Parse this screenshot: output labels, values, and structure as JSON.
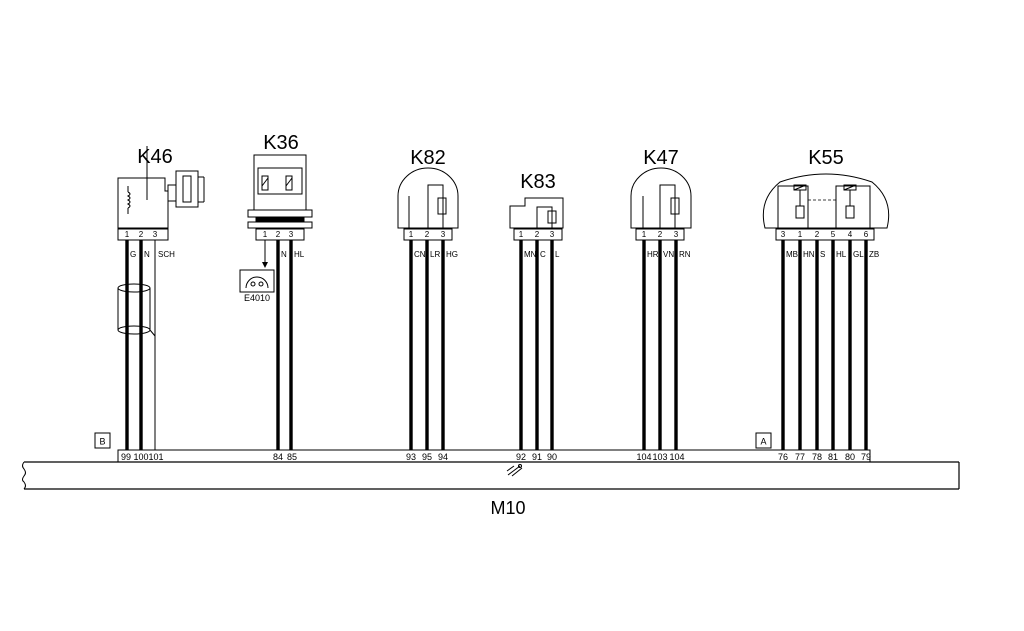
{
  "harness": {
    "label": "M10"
  },
  "markers": [
    {
      "id": "B"
    },
    {
      "id": "A"
    }
  ],
  "connectors": [
    {
      "name": "K46",
      "pins": [
        "1",
        "2",
        "3"
      ],
      "wire_colors": [
        "G",
        "N",
        "SCH"
      ],
      "terminals": [
        "99",
        "100",
        "101"
      ]
    },
    {
      "name": "K36",
      "pins": [
        "1",
        "2",
        "3"
      ],
      "wire_colors": [
        "",
        "N",
        "HL"
      ],
      "terminals": [
        "",
        "84",
        "85"
      ]
    },
    {
      "name": "K82",
      "pins": [
        "1",
        "2",
        "3"
      ],
      "wire_colors": [
        "CN",
        "LR",
        "HG"
      ],
      "terminals": [
        "93",
        "95",
        "94"
      ]
    },
    {
      "name": "K83",
      "pins": [
        "1",
        "2",
        "3"
      ],
      "wire_colors": [
        "MN",
        "C",
        "L"
      ],
      "terminals": [
        "92",
        "91",
        "90"
      ]
    },
    {
      "name": "K47",
      "pins": [
        "1",
        "2",
        "3"
      ],
      "wire_colors": [
        "HR",
        "VN",
        "RN"
      ],
      "terminals": [
        "104",
        "103",
        "104"
      ]
    },
    {
      "name": "K55",
      "pins": [
        "3",
        "1",
        "2",
        "5",
        "4",
        "6"
      ],
      "wire_colors": [
        "MB",
        "HN",
        "S",
        "HL",
        "GL",
        "ZB"
      ],
      "terminals": [
        "76",
        "77",
        "78",
        "81",
        "80",
        "79"
      ]
    }
  ],
  "ground": {
    "label": "E4010"
  }
}
